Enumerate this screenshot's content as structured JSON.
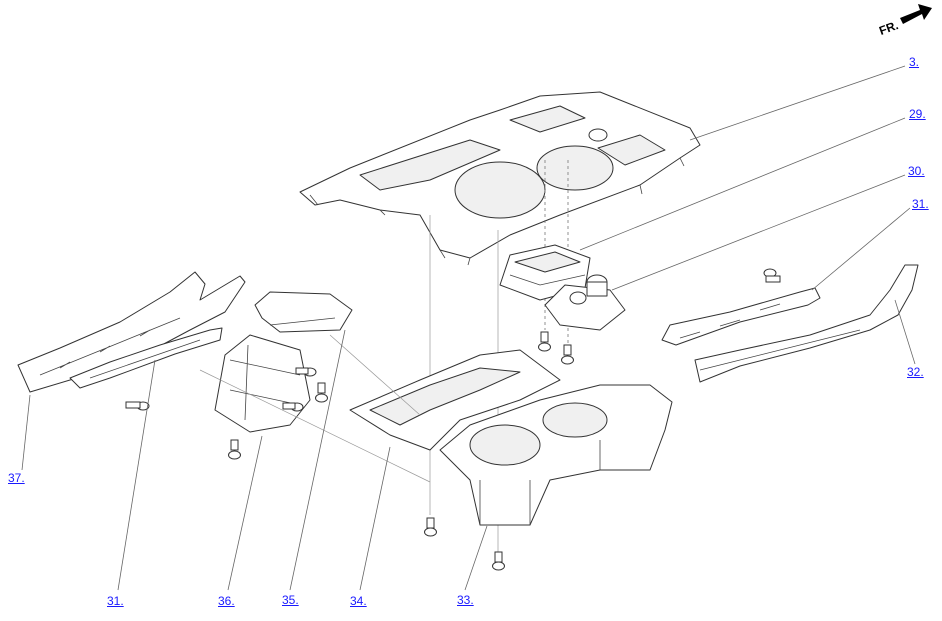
{
  "diagram": {
    "direction_label": "FR.",
    "callouts": {
      "c3": "3.",
      "c29": "29.",
      "c30": "30.",
      "c31_right": "31.",
      "c32": "32.",
      "c37": "37.",
      "c31_bottom": "31.",
      "c36": "36.",
      "c35": "35.",
      "c34": "34.",
      "c33": "33."
    },
    "colors": {
      "link": "#1a1aff",
      "line": "#333333",
      "background": "#ffffff"
    }
  }
}
